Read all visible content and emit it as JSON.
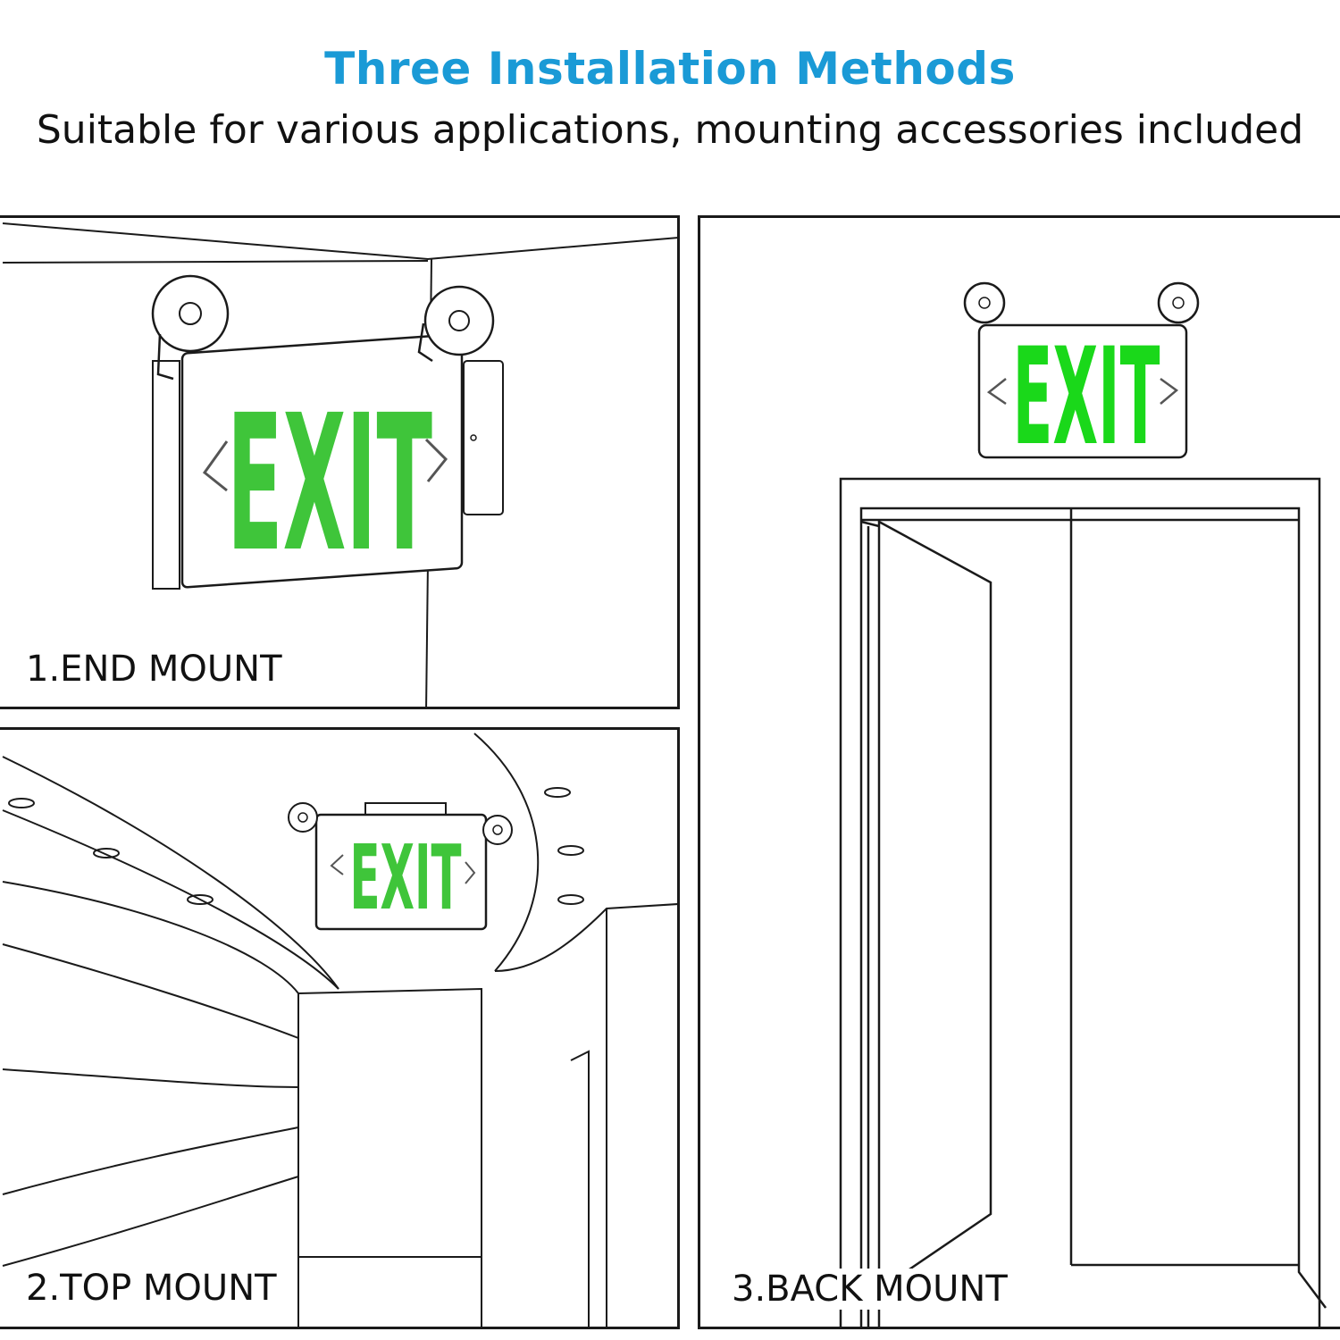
{
  "header": {
    "title": "Three Installation Methods",
    "subtitle": "Suitable for various applications, mounting accessories included"
  },
  "panels": [
    {
      "label": "1.END MOUNT"
    },
    {
      "label": "2.TOP MOUNT"
    },
    {
      "label": "3.BACK MOUNT"
    }
  ],
  "sign": {
    "text": "EXIT"
  },
  "colors": {
    "title": "#1a9ad6",
    "exit_green": "#3fc53a",
    "exit_green_bright": "#1ad81a",
    "line": "#1a1a1a"
  }
}
